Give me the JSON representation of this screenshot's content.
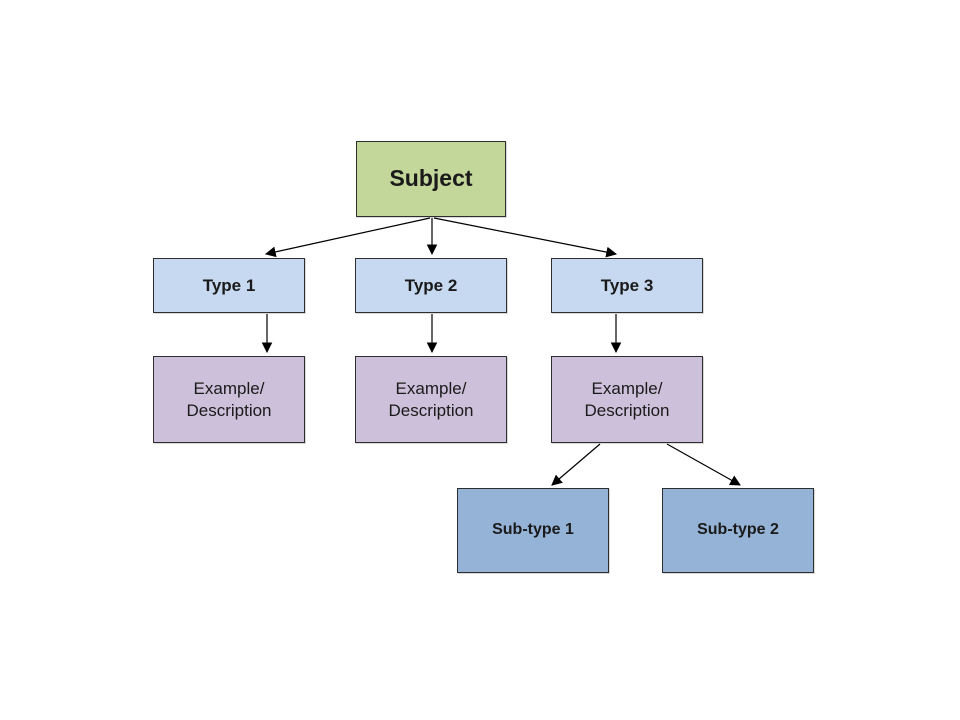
{
  "diagram": {
    "subject": {
      "label": "Subject",
      "color": "#c4d79b"
    },
    "types": [
      {
        "label": "Type 1",
        "color": "#c6d9f0"
      },
      {
        "label": "Type 2",
        "color": "#c6d9f0"
      },
      {
        "label": "Type 3",
        "color": "#c6d9f0"
      }
    ],
    "descriptions": [
      {
        "line1": "Example/",
        "line2": "Description",
        "color": "#ccc0da"
      },
      {
        "line1": "Example/",
        "line2": "Description",
        "color": "#ccc0da"
      },
      {
        "line1": "Example/",
        "line2": "Description",
        "color": "#ccc0da"
      }
    ],
    "subtypes": [
      {
        "label": "Sub-type 1",
        "color": "#95b3d7"
      },
      {
        "label": "Sub-type 2",
        "color": "#95b3d7"
      }
    ],
    "edges": [
      {
        "from": "Subject",
        "to": "Type 1"
      },
      {
        "from": "Subject",
        "to": "Type 2"
      },
      {
        "from": "Subject",
        "to": "Type 3"
      },
      {
        "from": "Type 1",
        "to": "Example/Description 1"
      },
      {
        "from": "Type 2",
        "to": "Example/Description 2"
      },
      {
        "from": "Type 3",
        "to": "Example/Description 3"
      },
      {
        "from": "Example/Description 3",
        "to": "Sub-type 1"
      },
      {
        "from": "Example/Description 3",
        "to": "Sub-type 2"
      }
    ],
    "edge_color": "#000000"
  }
}
